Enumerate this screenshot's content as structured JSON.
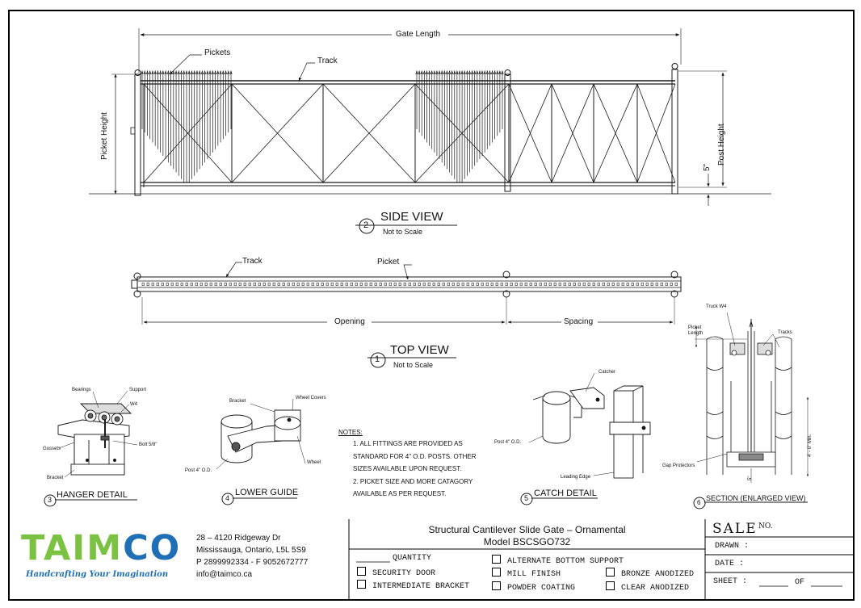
{
  "side_view": {
    "gate_length": "Gate Length",
    "pickets": "Pickets",
    "track": "Track",
    "picket_height": "Picket Height",
    "post_height": "Post Height",
    "five_in": "5\"",
    "number": "2",
    "title": "SIDE VIEW",
    "subtitle": "Not to Scale"
  },
  "top_view": {
    "track": "Track",
    "picket": "Picket",
    "opening": "Opening",
    "spacing": "Spacing",
    "number": "1",
    "title": "TOP VIEW",
    "subtitle": "Not to Scale"
  },
  "hanger_detail": {
    "number": "3",
    "title": "HANGER DETAIL",
    "bearings": "Bearings",
    "support": "Support",
    "w4": "W4",
    "gussets": "Gussets",
    "bolt": "Bolt 5/8\"",
    "bracket": "Bracket"
  },
  "lower_guide": {
    "number": "4",
    "title": "LOWER GUIDE",
    "bracket": "Bracket",
    "wheel_covers": "Wheel Covers",
    "post": "Post 4\" O.D.",
    "wheel": "Wheel"
  },
  "notes": {
    "heading": "NOTES:",
    "lines": [
      "1. ALL FITTINGS ARE PROVIDED AS",
      "STANDARD FOR 4\" O.D. POSTS.  OTHER",
      "SIZES AVAILABLE UPON REQUEST.",
      "2. PICKET SIZE AND MORE CATAGORY",
      "AVAILABLE AS PER REQUEST."
    ]
  },
  "catch_detail": {
    "number": "5",
    "title": "CATCH DETAIL",
    "catcher": "Catcher",
    "post": "Post 4\" O.D.",
    "leading_edge": "Leading Edge"
  },
  "section": {
    "number": "6",
    "title": "SECTION (ENLARGED VIEW)",
    "truck": "Truck W4",
    "picket_length_1": "Picket",
    "picket_length_2": "Length",
    "tracks": "Tracks",
    "min": "4' - 0\" Min.",
    "gap": "Gap Protectors",
    "five_in": "5\""
  },
  "title_block": {
    "logo": "TAIMCO",
    "tagline": "Handcrafting Your Imagination",
    "address_1": "28 – 4120 Ridgeway Dr",
    "address_2": "Mississauga, Ontario, L5L 5S9",
    "phone": "P 2899992334 - F 9052672777",
    "email": "info@taimco.ca",
    "product_title": "Structural Cantilever Slide Gate – Ornamental",
    "model": "Model BSCSGO732",
    "quantity": "QUANTITY",
    "options": [
      "SECURITY DOOR",
      "INTERMEDIATE BRACKET",
      "ALTERNATE BOTTOM SUPPORT",
      "MILL FINISH",
      "POWDER COATING",
      "BRONZE ANODIZED",
      "CLEAR ANODIZED"
    ],
    "sale": "SALE",
    "sale_no": "NO.",
    "drawn": "DRAWN :",
    "date": "DATE :",
    "sheet": "SHEET :",
    "of": "OF"
  },
  "colors": {
    "logo_green": "#7cc242",
    "logo_blue": "#1f6fb6",
    "tagline_blue": "#1f6fb6",
    "line": "#1a1a1a"
  }
}
